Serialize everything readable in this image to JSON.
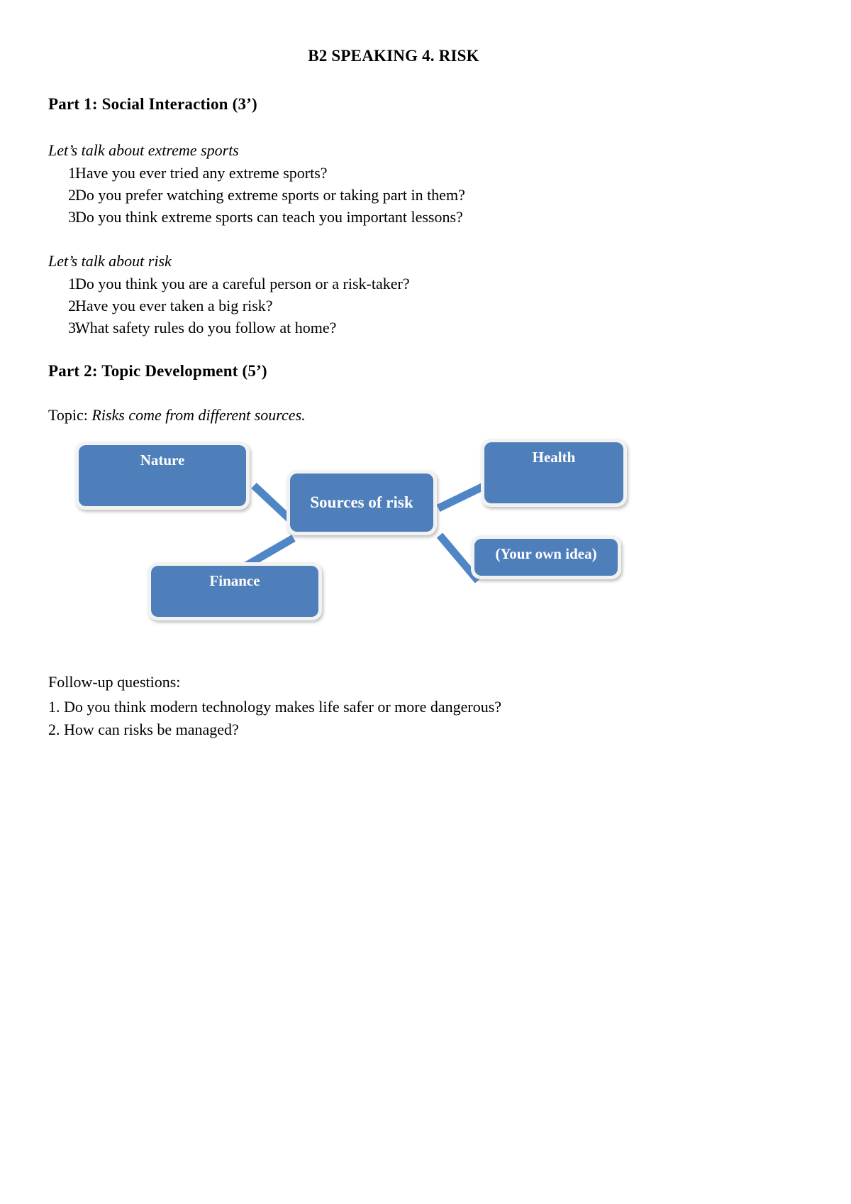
{
  "document": {
    "title": "B2 SPEAKING 4. RISK"
  },
  "part1": {
    "heading": "Part 1: Social Interaction (3’)",
    "groups": [
      {
        "prompt": "Let’s talk about extreme sports",
        "questions": [
          {
            "num": "1.",
            "text": "Have you ever tried any extreme sports?"
          },
          {
            "num": "2.",
            "text": "Do you prefer watching extreme sports or taking part in them?"
          },
          {
            "num": "3.",
            "text": "Do you think extreme sports can teach you important lessons?"
          }
        ]
      },
      {
        "prompt": "Let’s talk about risk",
        "questions": [
          {
            "num": "1.",
            "text": "Do you think you are a careful person or a risk-taker?"
          },
          {
            "num": "2.",
            "text": "Have you ever taken a big risk?"
          },
          {
            "num": "3.",
            "text": "What safety rules do you follow at home?"
          }
        ]
      }
    ]
  },
  "part2": {
    "heading": "Part 2: Topic Development (5’)",
    "topic_label": "Topic: ",
    "topic_value": "Risks come from different sources.",
    "diagram": {
      "center": {
        "label": "Sources of risk"
      },
      "nodes": [
        {
          "id": "nature",
          "label": "Nature"
        },
        {
          "id": "health",
          "label": "Health"
        },
        {
          "id": "own-idea",
          "label": "(Your own idea)"
        },
        {
          "id": "finance",
          "label": "Finance"
        }
      ],
      "colors": {
        "node_fill": "#4e7fbb",
        "node_frame": "#f2f2f2",
        "connector": "#4e86c6",
        "node_text": "#ffffff"
      }
    },
    "followup": {
      "label": "Follow-up questions:",
      "questions": [
        {
          "num": "1.",
          "text": "Do you think modern technology makes life safer or more dangerous?"
        },
        {
          "num": "2.",
          "text": "How can risks be managed?"
        }
      ]
    }
  }
}
